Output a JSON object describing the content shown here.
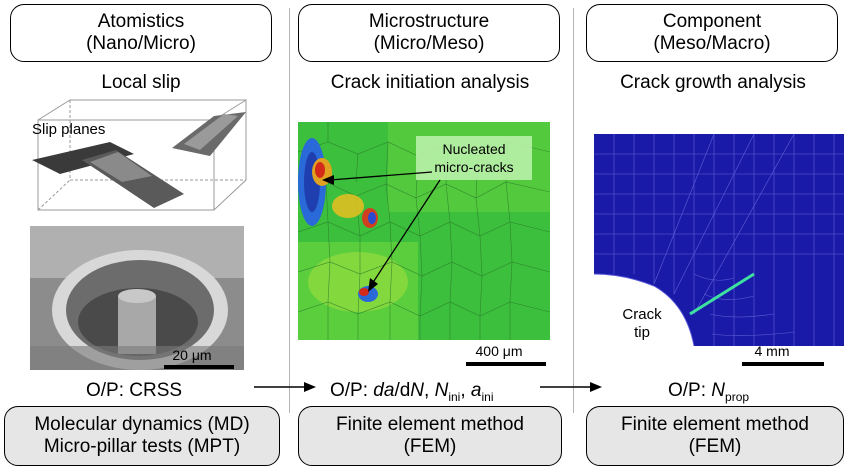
{
  "columns": [
    {
      "scale_line1": "Atomistics",
      "scale_line2": "(Nano/Micro)",
      "analysis": "Local slip",
      "image_label": "Slip planes",
      "scalebar": "20 μm",
      "op_text": "O/P: CRSS",
      "method_line1": "Molecular dynamics (MD)",
      "method_line2": "Micro-pillar tests (MPT)"
    },
    {
      "scale_line1": "Microstructure",
      "scale_line2": "(Micro/Meso)",
      "analysis": "Crack initiation analysis",
      "callout_line1": "Nucleated",
      "callout_line2": "micro-cracks",
      "scalebar": "400 μm",
      "op_prefix": "O/P: ",
      "op_var1": "da",
      "op_sep1": "/d",
      "op_var2": "N",
      "op_sep2": ", ",
      "op_var3": "N",
      "op_sub3": "ini",
      "op_sep3": ", ",
      "op_var4": "a",
      "op_sub4": "ini",
      "method_line1": "Finite element method",
      "method_line2": "(FEM)"
    },
    {
      "scale_line1": "Component",
      "scale_line2": "(Meso/Macro)",
      "analysis": "Crack growth analysis",
      "crack_tip_line1": "Crack",
      "crack_tip_line2": "tip",
      "scalebar": "4 mm",
      "op_prefix": "O/P: ",
      "op_var": "N",
      "op_sub": "prop",
      "method_line1": "Finite element method",
      "method_line2": "(FEM)"
    }
  ],
  "colors": {
    "fem_mesh": "#1a1aa8",
    "grain_field": "#3cbf3c",
    "crack_line": "#3de0a0",
    "pill_fill": "#e6e6e6"
  }
}
